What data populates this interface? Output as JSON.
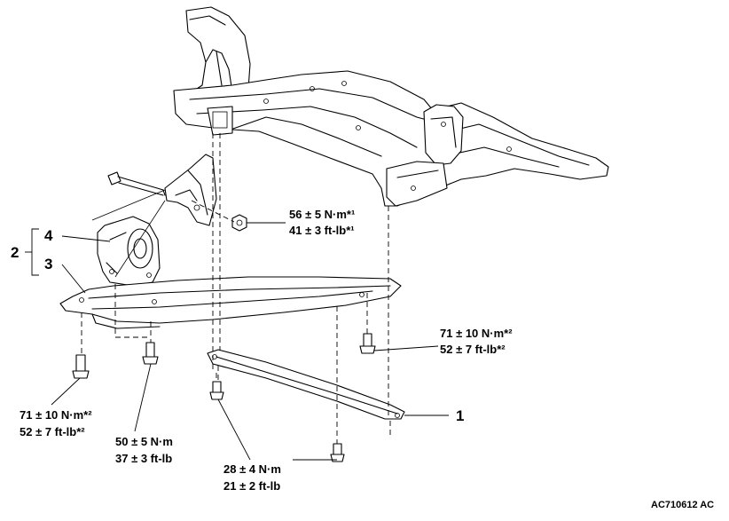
{
  "callouts": {
    "item1": "1",
    "item2": "2",
    "item3": "3",
    "item4": "4"
  },
  "torques": {
    "t_nut_nm": "56 ± 5 N·m*¹",
    "t_nut_ftlb": "41 ± 3 ft-lb*¹",
    "t_right_nm": "71 ± 10 N·m*²",
    "t_right_ftlb": "52 ± 7 ft-lb*²",
    "t_left_nm": "71 ± 10 N·m*²",
    "t_left_ftlb": "52 ± 7 ft-lb*²",
    "t_mid_nm": "50 ± 5 N·m",
    "t_mid_ftlb": "37 ± 3 ft-lb",
    "t_bot_nm": "28 ± 4 N·m",
    "t_bot_ftlb": "21 ± 2 ft-lb"
  },
  "figure_code": "AC710612 AC"
}
